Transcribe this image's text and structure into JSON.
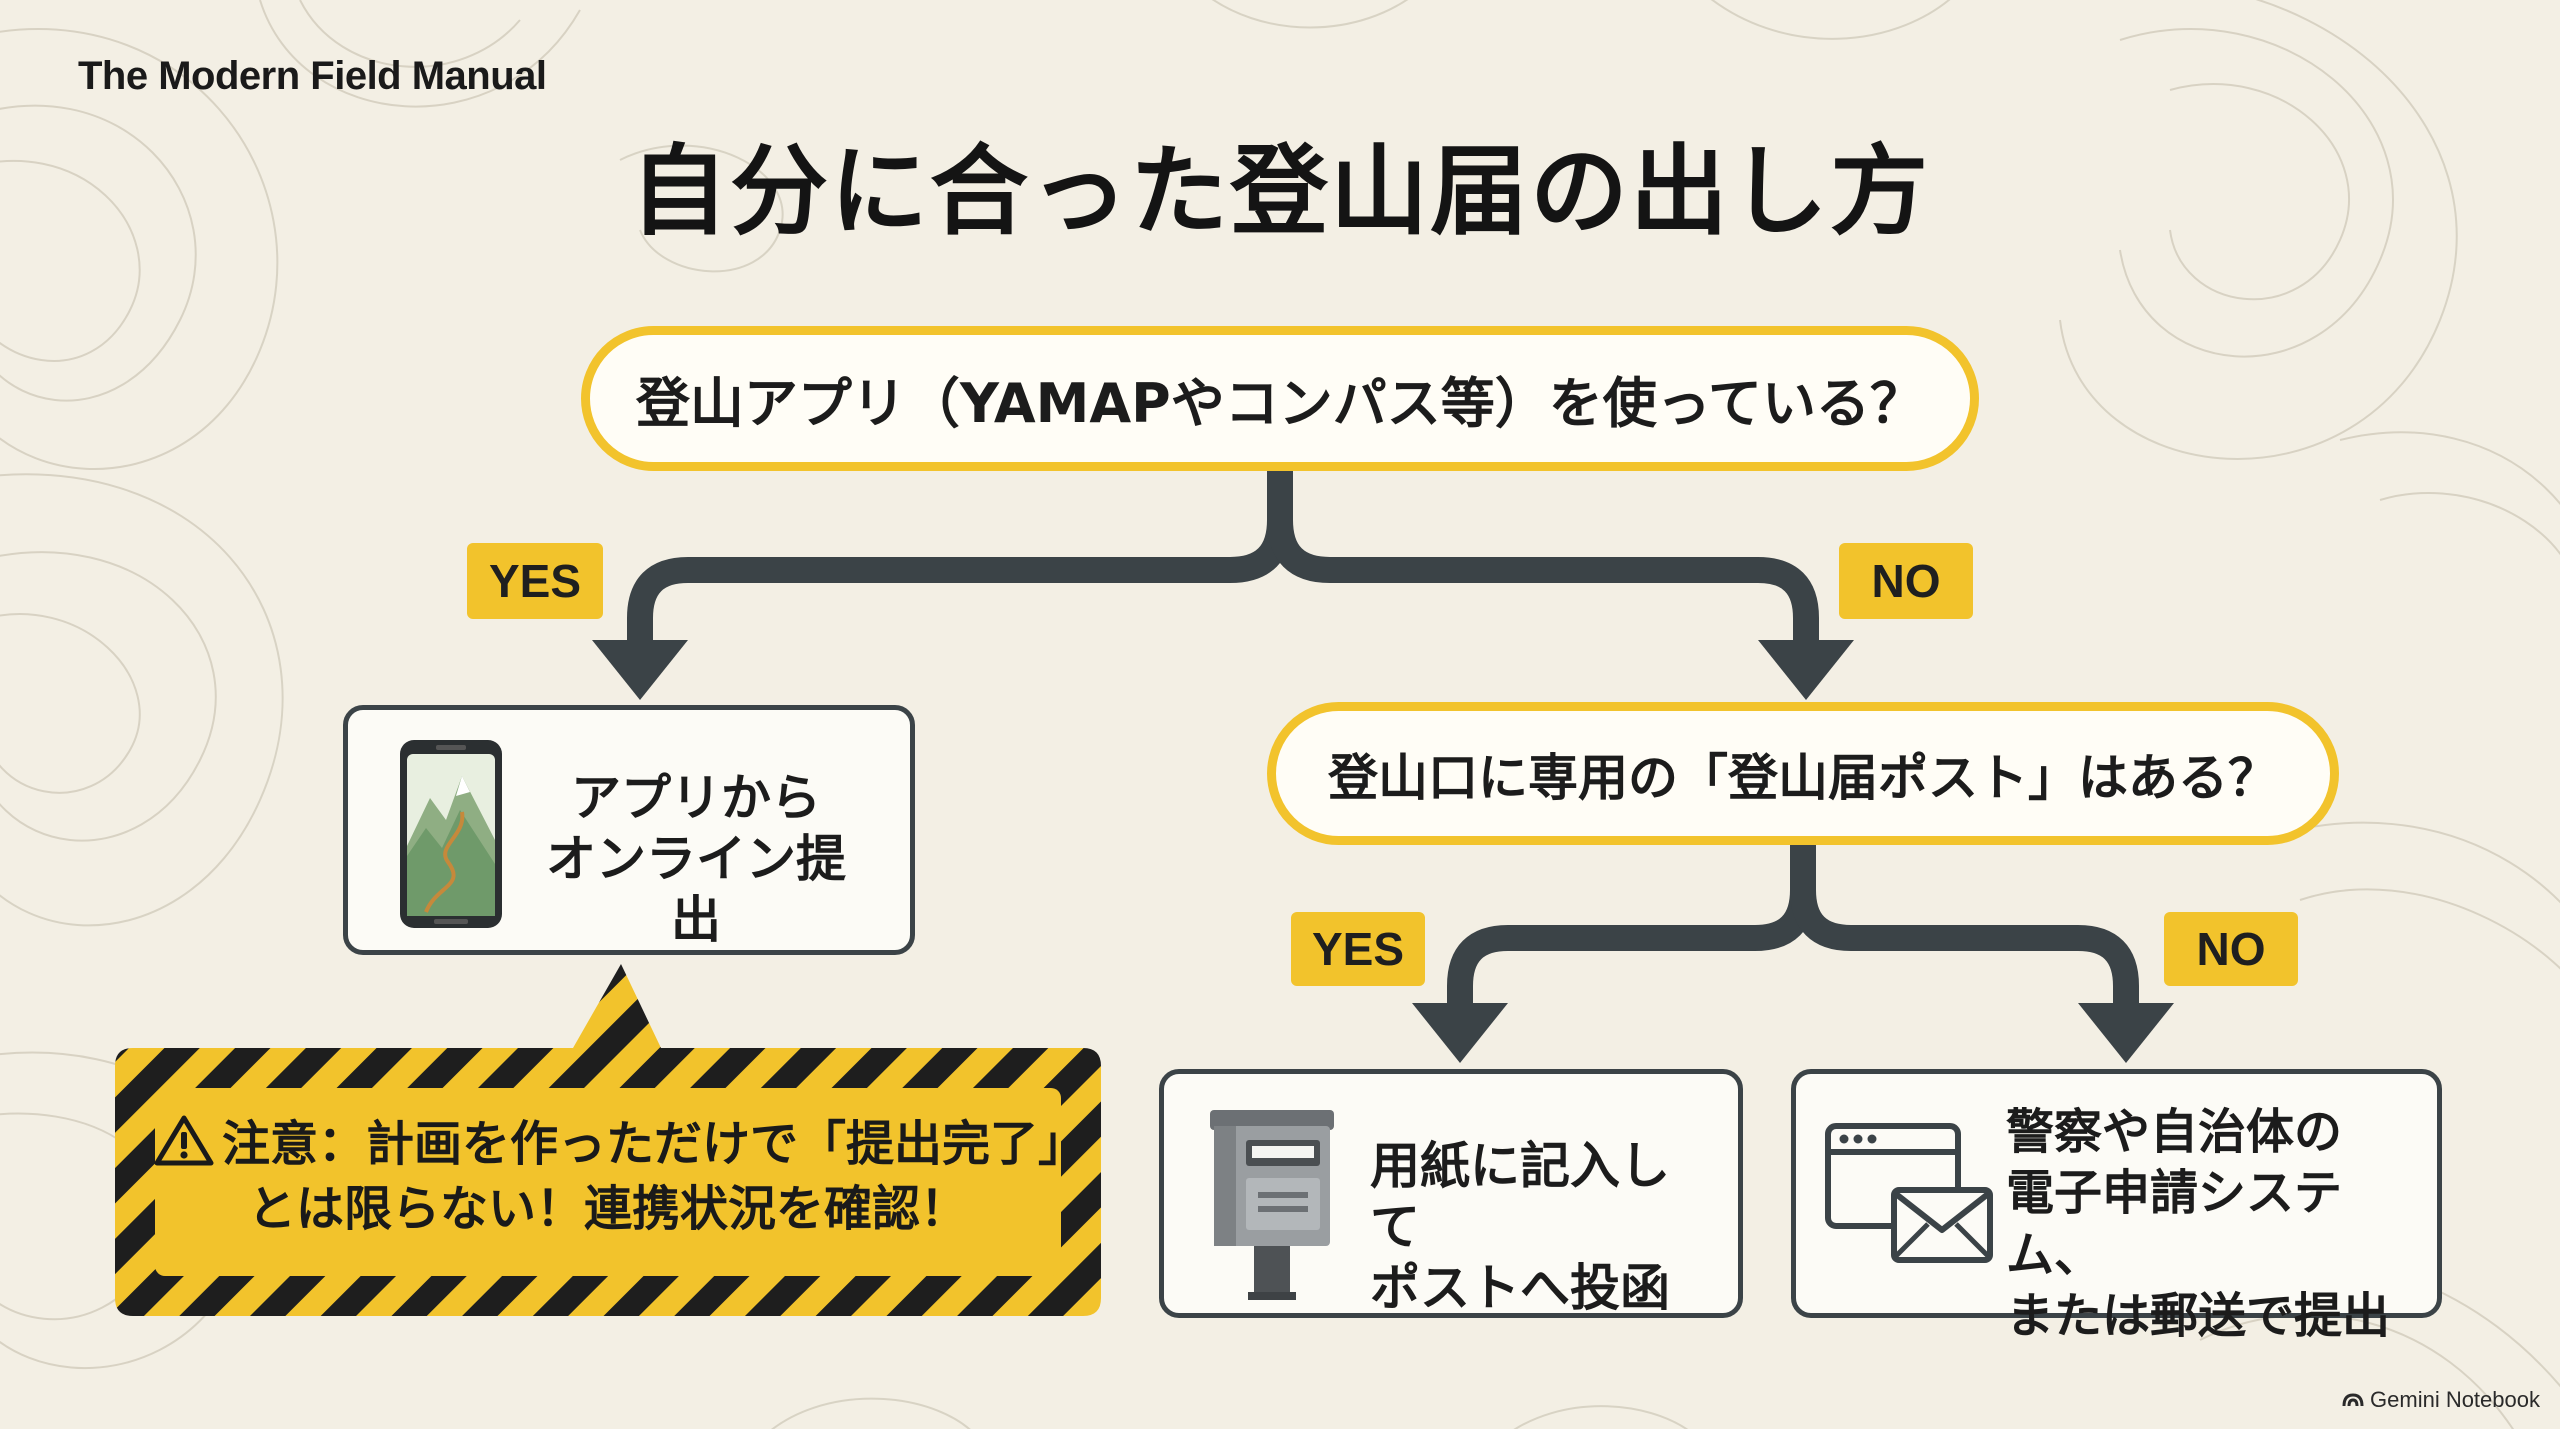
{
  "brand": "The Modern Field Manual",
  "title": "自分に合った登山届の出し方",
  "question1": "登山アプリ（YAMAPやコンパス等）を使っている？",
  "question2": "登山口に専用の「登山届ポスト」はある？",
  "labels": {
    "yes": "YES",
    "no": "NO"
  },
  "outcomes": {
    "app": [
      "アプリから",
      "オンライン提出"
    ],
    "post": [
      "用紙に記入して",
      "ポストへ投函"
    ],
    "online_or_mail": [
      "警察や自治体の",
      "電子申請システム、",
      "または郵送で提出"
    ]
  },
  "warning": "注意：計画を作っただけで「提出完了」とは限らない！連携状況を確認！",
  "footer": "Gemini Notebook",
  "colors": {
    "background": "#f3efe4",
    "accent_yellow": "#f2c32c",
    "arrow_slate": "#3b4347",
    "text": "#1b1b1b"
  },
  "icons": [
    "warning-triangle-icon",
    "smartphone-map-icon",
    "mailbox-icon",
    "webmail-envelope-icon",
    "gemini-logo-icon"
  ]
}
